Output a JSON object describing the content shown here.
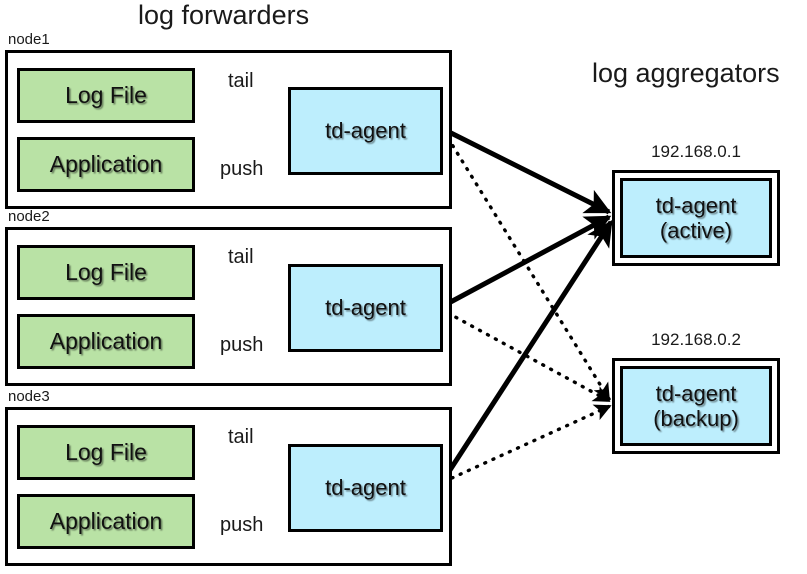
{
  "diagram": {
    "title_forwarders": "log forwarders",
    "title_aggregators": "log aggregators",
    "edge_labels": {
      "tail": "tail",
      "push": "push"
    },
    "source_labels": {
      "log_file": "Log File",
      "application": "Application"
    },
    "colors": {
      "source_box_fill": "#b9e2a5",
      "agent_box_fill": "#bdeefd",
      "stroke": "#000000",
      "background": "#ffffff",
      "text": "#1a1a1a"
    },
    "forwarders": [
      {
        "node_label": "node1",
        "log_file": "Log File",
        "application": "Application",
        "agent": "td-agent",
        "tail": "tail",
        "push": "push"
      },
      {
        "node_label": "node2",
        "log_file": "Log File",
        "application": "Application",
        "agent": "td-agent",
        "tail": "tail",
        "push": "push"
      },
      {
        "node_label": "node3",
        "log_file": "Log File",
        "application": "Application",
        "agent": "td-agent",
        "tail": "tail",
        "push": "push"
      }
    ],
    "aggregators": [
      {
        "ip": "192.168.0.1",
        "agent": "td-agent",
        "role": "(active)",
        "line_style": "solid"
      },
      {
        "ip": "192.168.0.2",
        "agent": "td-agent",
        "role": "(backup)",
        "line_style": "dotted"
      }
    ]
  }
}
